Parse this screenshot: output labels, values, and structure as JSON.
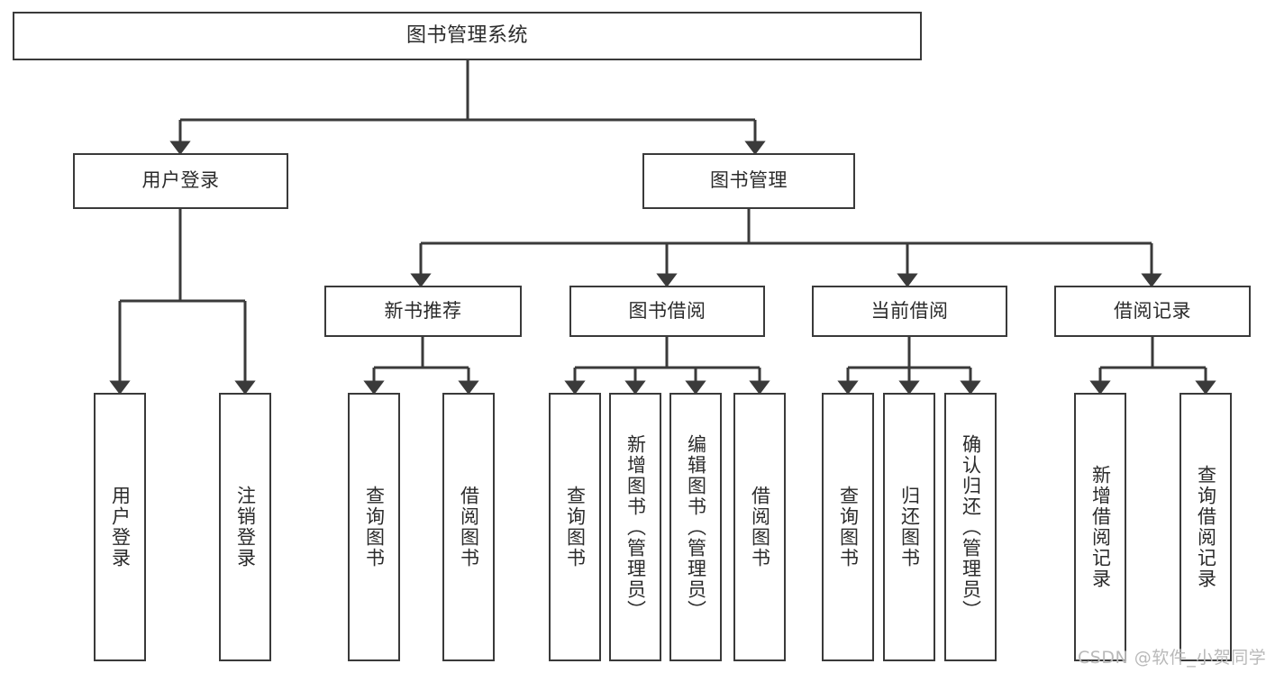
{
  "diagram": {
    "title": "图书管理系统",
    "type": "function-structure-tree",
    "root": {
      "label": "图书管理系统"
    },
    "level1": [
      {
        "label": "用户登录"
      },
      {
        "label": "图书管理"
      }
    ],
    "level2": [
      {
        "label": "新书推荐"
      },
      {
        "label": "图书借阅"
      },
      {
        "label": "当前借阅"
      },
      {
        "label": "借阅记录"
      }
    ],
    "leaves": {
      "user_login": [
        {
          "label": "用户登录"
        },
        {
          "label": "注销登录"
        }
      ],
      "new_book_recommend": [
        {
          "label": "查询图书"
        },
        {
          "label": "借阅图书"
        }
      ],
      "book_borrow": [
        {
          "label": "查询图书"
        },
        {
          "label": "新增图书（管理员）"
        },
        {
          "label": "编辑图书（管理员）"
        },
        {
          "label": "借阅图书"
        }
      ],
      "current_borrow": [
        {
          "label": "查询图书"
        },
        {
          "label": "归还图书"
        },
        {
          "label": "确认归还（管理员）"
        }
      ],
      "borrow_record": [
        {
          "label": "新增借阅记录"
        },
        {
          "label": "查询借阅记录"
        }
      ]
    }
  },
  "watermark": {
    "text": "CSDN @软件_小贺同学"
  },
  "colors": {
    "stroke": "#3a3a3a",
    "background": "#ffffff",
    "text": "#2b2b2b",
    "watermark": "#b9b9b9"
  }
}
